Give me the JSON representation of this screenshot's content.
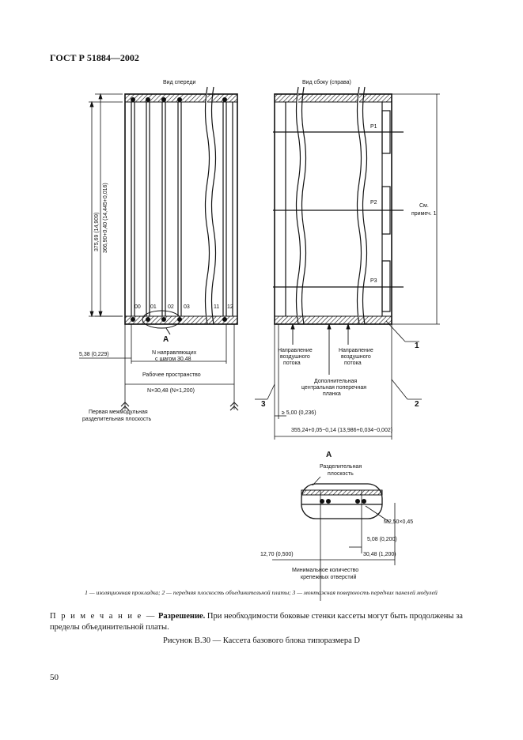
{
  "header": {
    "doc_id": "ГОСТ Р 51884—2002"
  },
  "front_view": {
    "title": "Вид спереди",
    "height_dim": "375,69 (14,909)",
    "inner_height_dim": "366,90+0,40 (14,445+0,016)",
    "slot_labels": [
      "00",
      "01",
      "02",
      "03",
      "11",
      "12"
    ],
    "detail_marker": "A",
    "left_offset_dim": "5,38 (0,229)",
    "guides_line1": "N направляющих",
    "guides_line2": "с шагом 30,48",
    "workspace_label": "Рабочее пространство",
    "workspace_dim": "N×30,48 (N×1,200)",
    "plane_line1": "Первая межмодульная",
    "plane_line2": "разделительная плоскость"
  },
  "side_view": {
    "title": "Вид сбоку (справа)",
    "connectors": [
      "P1",
      "P2",
      "P3"
    ],
    "note_ref_line1": "См.",
    "note_ref_line2": "примеч. 1",
    "airflow_left": [
      "Направление",
      "воздушного",
      "потока"
    ],
    "airflow_right": [
      "Направление",
      "воздушного",
      "потока"
    ],
    "center_plank": [
      "Дополнительная",
      "центральная поперечная",
      "планка"
    ],
    "callouts": [
      "1",
      "2",
      "3"
    ],
    "min_dim": "≥ 5,00 (0,236)",
    "depth_dim": "355,24+0,05−0,14 (13,986+0,034−0,002)"
  },
  "detail_a": {
    "title": "A",
    "sep_plane_line1": "Разделительная",
    "sep_plane_line2": "плоскость",
    "screw": "M2,50×0,45",
    "dim_small": "5,08 (0,200)",
    "dim_left": "12,70 (0,500)",
    "dim_right": "30,48 (1,200)",
    "holes_line1": "Минимальное количество",
    "holes_line2": "крепежных отверстий"
  },
  "legend": "1 — изоляционная прокладка; 2 — передняя плоскость объединительной платы; 3 — монтажная поверхность передних панелей модулей",
  "note": {
    "label": "П р и м е ч а н и е —",
    "bold": "Разрешение.",
    "text": "При необходимости боковые стенки кассеты могут быть продолжены за пределы объединительной платы."
  },
  "caption": "Рисунок В.30 — Кассета базового блока типоразмера D",
  "page_number": "50"
}
